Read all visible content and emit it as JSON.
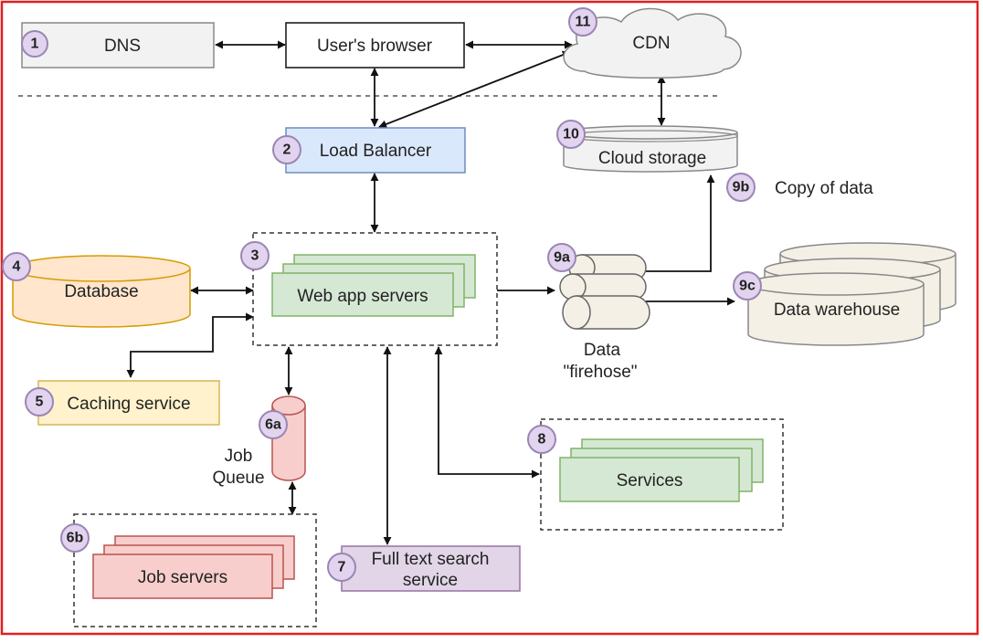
{
  "nodes": {
    "dns": {
      "label": "DNS",
      "badge": "1"
    },
    "browser": {
      "label": "User's browser"
    },
    "cdn": {
      "label": "CDN",
      "badge": "11"
    },
    "load_balancer": {
      "label": "Load Balancer",
      "badge": "2"
    },
    "cloud_storage": {
      "label": "Cloud storage",
      "badge": "10"
    },
    "copy_of_data": {
      "label": "Copy of data",
      "badge": "9b"
    },
    "web_app_servers": {
      "label": "Web app servers",
      "badge": "3"
    },
    "database": {
      "label": "Database",
      "badge": "4"
    },
    "firehose": {
      "label_line1": "Data",
      "label_line2": "\"firehose\"",
      "badge": "9a"
    },
    "data_warehouse": {
      "label": "Data warehouse",
      "badge": "9c"
    },
    "caching_service": {
      "label": "Caching service",
      "badge": "5"
    },
    "job_queue": {
      "label_line1": "Job",
      "label_line2": "Queue",
      "badge": "6a"
    },
    "services": {
      "label": "Services",
      "badge": "8"
    },
    "job_servers": {
      "label": "Job servers",
      "badge": "6b"
    },
    "full_text_search": {
      "label_line1": "Full text search",
      "label_line2": "service",
      "badge": "7"
    }
  },
  "colors": {
    "frame": "#e02020",
    "gray_fill": "#f2f2f2",
    "blue_fill": "#dae8fc",
    "green_fill": "#d5e8d4",
    "orange_fill": "#ffe6cc",
    "yellow_fill": "#fff2cc",
    "red_fill": "#f8cecc",
    "purple_fill": "#e1d5e7",
    "badge_fill": "#e2d3ef"
  }
}
